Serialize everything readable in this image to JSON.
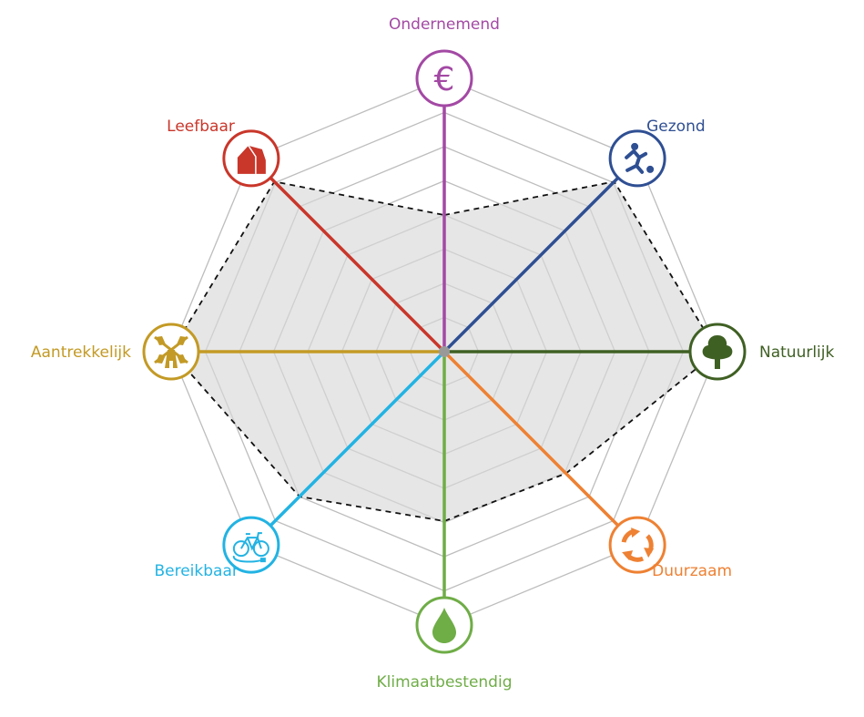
{
  "chart_data": {
    "type": "radar",
    "rings": 8,
    "range": [
      0,
      1
    ],
    "grid": true,
    "axes": [
      {
        "label": "Ondernemend",
        "value": 0.5,
        "color": "#a349a4",
        "icon": "euro-icon"
      },
      {
        "label": "Gezond",
        "value": 0.88,
        "color": "#2f4f93",
        "icon": "football-player-icon"
      },
      {
        "label": "Natuurlijk",
        "value": 1.0,
        "color": "#3f6023",
        "icon": "tree-icon"
      },
      {
        "label": "Duurzaam",
        "value": 0.63,
        "color": "#ee8133",
        "icon": "recycle-icon"
      },
      {
        "label": "Klimaatbestendig",
        "value": 0.62,
        "color": "#6fad47",
        "icon": "water-drop-icon"
      },
      {
        "label": "Bereikbaar",
        "value": 0.75,
        "color": "#22b3e3",
        "icon": "bicycle-icon"
      },
      {
        "label": "Aantrekkelijk",
        "value": 1.0,
        "color": "#c39a25",
        "icon": "windmill-icon"
      },
      {
        "label": "Leefbaar",
        "value": 0.88,
        "color": "#c9362a",
        "icon": "house-icon"
      }
    ]
  }
}
